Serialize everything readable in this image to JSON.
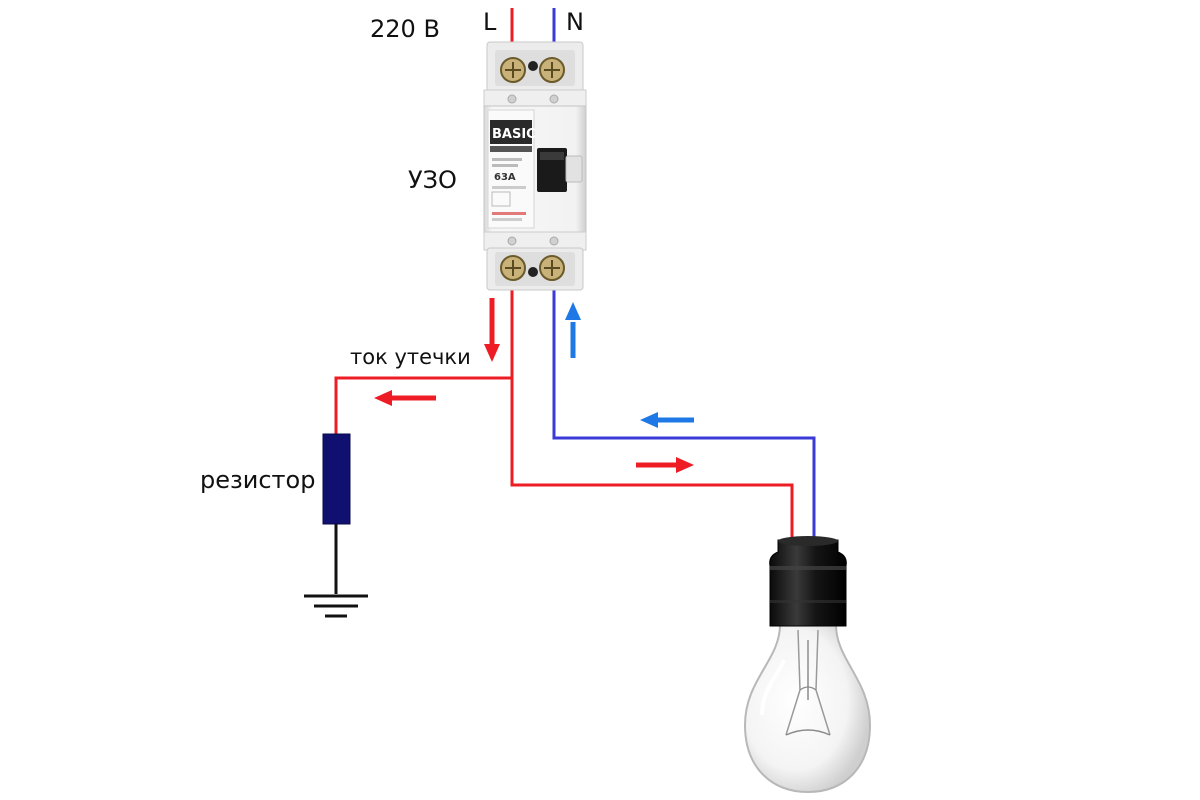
{
  "labels": {
    "voltage": "220 В",
    "line": "L",
    "neutral": "N",
    "rcd": "УЗО",
    "leakage_current": "ток утечки",
    "resistor": "резистор"
  },
  "device": {
    "brand": "BASIC",
    "rating": "63A"
  },
  "colors": {
    "line_wire": "#ee1c24",
    "neutral_wire": "#3a3ad6",
    "arrow_red": "#ee1c24",
    "arrow_blue": "#1e78e6",
    "resistor_body": "#101070",
    "ground": "#111111"
  },
  "icons": [
    "rcd-breaker-icon",
    "resistor-icon",
    "ground-icon",
    "light-bulb-icon",
    "arrow-icon"
  ]
}
